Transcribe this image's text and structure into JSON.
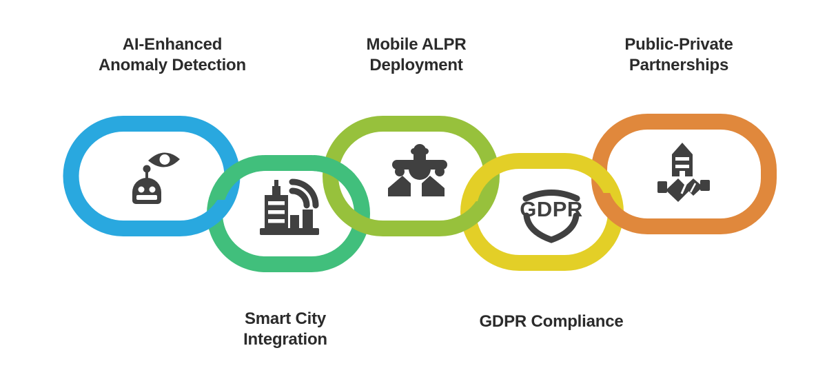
{
  "diagram": {
    "background_color": "#ffffff",
    "icon_color": "#404040",
    "label_color": "#2b2b2b",
    "items": [
      {
        "id": "ai-anomaly",
        "label": "AI-Enhanced Anomaly Detection",
        "lines": [
          "AI-Enhanced",
          "Anomaly Detection"
        ],
        "label_position": "top",
        "color": "#29a8df",
        "icon": "robot-vision-icon"
      },
      {
        "id": "smart-city",
        "label": "Smart City Integration",
        "lines": [
          "Smart City",
          "Integration"
        ],
        "label_position": "bottom",
        "color": "#41bf7c",
        "icon": "smart-city-icon"
      },
      {
        "id": "mobile-alpr",
        "label": "Mobile ALPR Deployment",
        "lines": [
          "Mobile ALPR",
          "Deployment"
        ],
        "label_position": "top",
        "color": "#97c13c",
        "icon": "airplane-icon"
      },
      {
        "id": "gdpr",
        "label": "GDPR Compliance",
        "lines": [
          "GDPR Compliance"
        ],
        "label_position": "bottom",
        "color": "#e3cf27",
        "icon": "gdpr-shield-icon",
        "badge_text": "GDPR"
      },
      {
        "id": "public-private",
        "label": "Public-Private Partnerships",
        "lines": [
          "Public-Private",
          "Partnerships"
        ],
        "label_position": "top",
        "color": "#e0883c",
        "icon": "building-handshake-icon"
      }
    ]
  }
}
